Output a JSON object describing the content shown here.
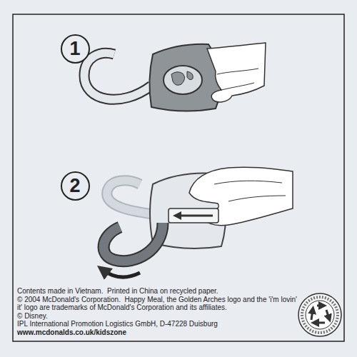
{
  "diagram": {
    "nodes": [
      {
        "text": [
          "1"
        ]
      },
      {
        "text": [
          "2"
        ]
      }
    ],
    "labels": [
      "Contents made in Vietnam.  Printed in China on recycled paper.",
      "© 2004 McDonald's Corporation.  Happy Meal, the Golden Arches logo and the 'i'm lovin' it' logo are trademarks of McDonald's Corporation and its affiliates.",
      "© Disney.",
      "IPL International Promotion Logistics GmbH, D-47228 Duisburg",
      "www.mcdonalds.co.uk/kidszone"
    ]
  }
}
